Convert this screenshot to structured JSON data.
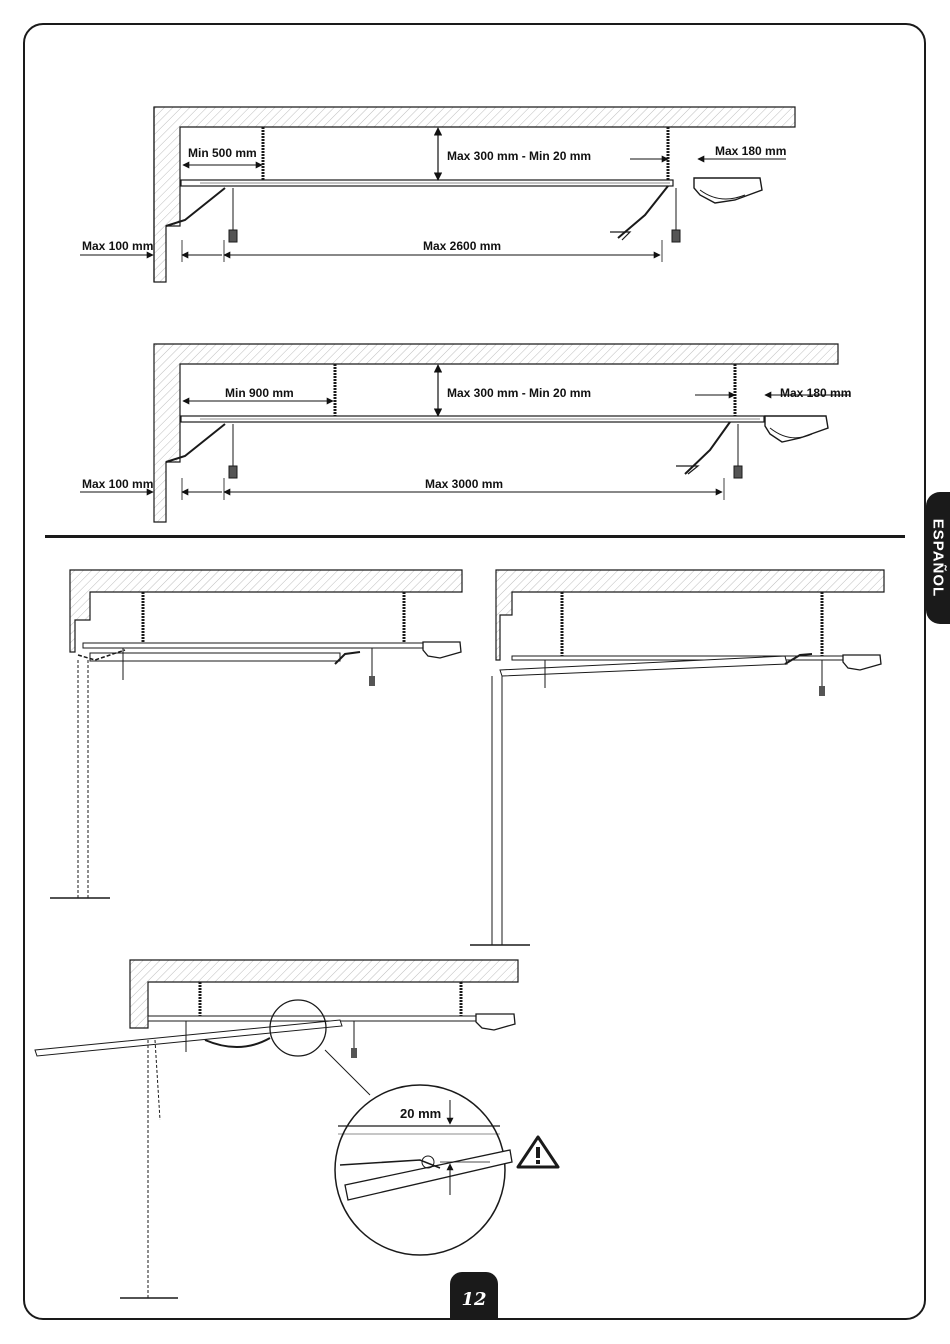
{
  "sidebar": {
    "language": "ESPAÑOL"
  },
  "page": {
    "number": "12"
  },
  "diagram1": {
    "labels": {
      "min_wall": "Min 500 mm",
      "ceiling_gap": "Max 300 mm - Min 20 mm",
      "motor_offset": "Max 180 mm",
      "wall_offset": "Max 100 mm",
      "rail_length": "Max 2600 mm"
    }
  },
  "diagram2": {
    "labels": {
      "min_wall": "Min 900 mm",
      "ceiling_gap": "Max 300 mm - Min 20 mm",
      "motor_offset": "Max 180 mm",
      "wall_offset": "Max 100 mm",
      "rail_length": "Max 3000 mm"
    }
  },
  "detail": {
    "clearance": "20 mm",
    "warning_icon": "warning-triangle-icon"
  },
  "colors": {
    "ink": "#1a1a1a",
    "hatch": "#9a9a9a"
  }
}
